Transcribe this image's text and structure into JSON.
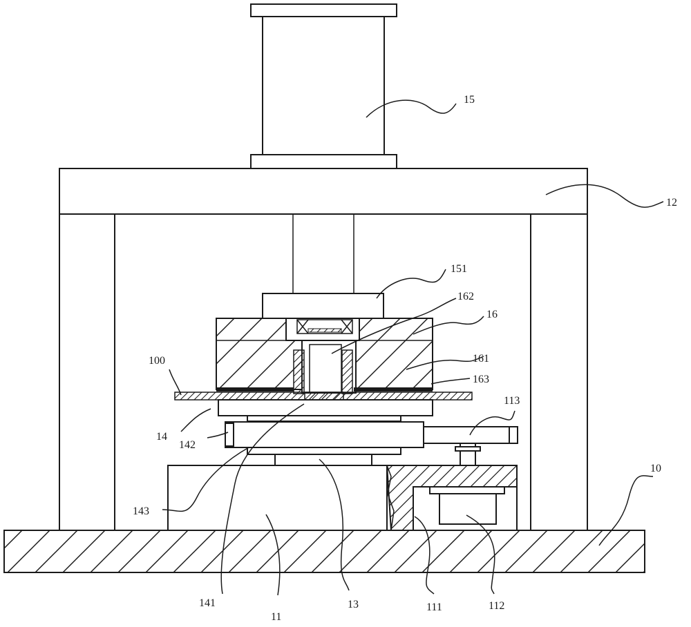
{
  "labels": {
    "l10": "10",
    "l11": "11",
    "l12": "12",
    "l13": "13",
    "l14": "14",
    "l15": "15",
    "l16": "16",
    "l100": "100",
    "l111": "111",
    "l112": "112",
    "l113": "113",
    "l141": "141",
    "l142": "142",
    "l143": "143",
    "l151": "151",
    "l161": "161",
    "l162": "162",
    "l163": "163"
  }
}
